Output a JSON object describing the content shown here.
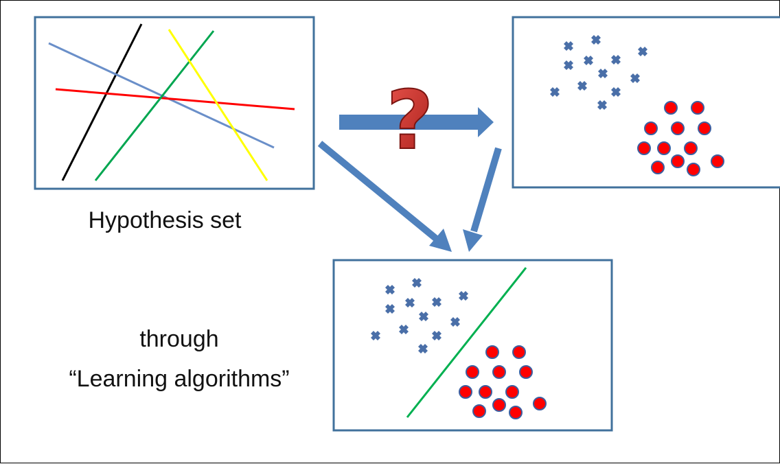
{
  "captions": {
    "hypothesis_set": "Hypothesis set",
    "through": "through",
    "learning_algorithms": "“Learning algorithms”"
  },
  "colors": {
    "frame": "#41719c",
    "arrow": "#4f81bd",
    "cross": "#4a6fa8",
    "dot_fill": "#ff0000",
    "dot_stroke": "#3b5ea0",
    "question": "#c0302b",
    "separator": "#00b050"
  },
  "hypothesis_lines": [
    {
      "name": "black",
      "color": "#000000"
    },
    {
      "name": "blue",
      "color": "#6a8fc9"
    },
    {
      "name": "red",
      "color": "#ff0000"
    },
    {
      "name": "green",
      "color": "#00a650"
    },
    {
      "name": "yellow",
      "color": "#ffff00"
    }
  ],
  "icons": {
    "question": "question-mark-icon",
    "cross": "cross-marker-icon",
    "dot": "dot-marker-icon"
  },
  "question_mark": "?"
}
